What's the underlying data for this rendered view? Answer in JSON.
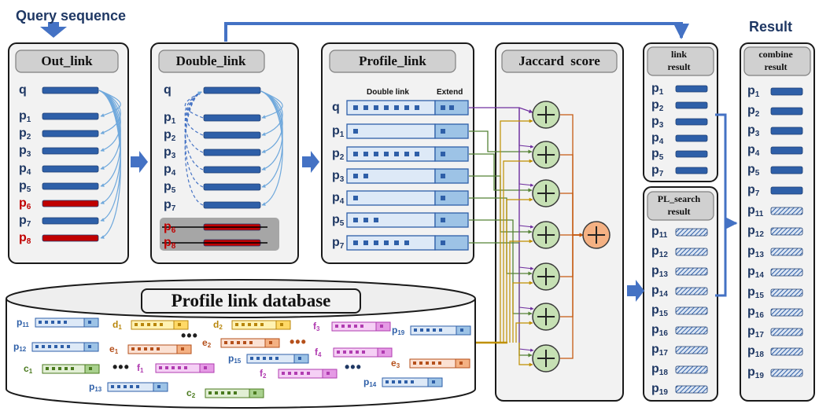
{
  "title_query": "Query sequence",
  "title_result": "Result",
  "panels": {
    "out_link": "Out_link",
    "double_link": "Double_link",
    "profile_link": "Profile_link",
    "jaccard": "Jaccard  score",
    "link_result": [
      "link",
      "result"
    ],
    "pl_search_result": [
      "PL_search",
      "result"
    ],
    "combine_result": [
      "combine",
      "result"
    ],
    "database": "Profile link database"
  },
  "profile_headers": {
    "double_link": "Double link",
    "extend": "Extend"
  },
  "out_link_labels": [
    {
      "b": "q",
      "s": "",
      "red": false
    },
    {
      "b": "p",
      "s": "1",
      "red": false
    },
    {
      "b": "p",
      "s": "2",
      "red": false
    },
    {
      "b": "p",
      "s": "3",
      "red": false
    },
    {
      "b": "p",
      "s": "4",
      "red": false
    },
    {
      "b": "p",
      "s": "5",
      "red": false
    },
    {
      "b": "p",
      "s": "6",
      "red": true
    },
    {
      "b": "p",
      "s": "7",
      "red": false
    },
    {
      "b": "p",
      "s": "8",
      "red": true
    }
  ],
  "double_link_labels": [
    {
      "b": "q",
      "s": "",
      "red": false
    },
    {
      "b": "p",
      "s": "1",
      "red": false
    },
    {
      "b": "p",
      "s": "2",
      "red": false
    },
    {
      "b": "p",
      "s": "3",
      "red": false
    },
    {
      "b": "p",
      "s": "4",
      "red": false
    },
    {
      "b": "p",
      "s": "5",
      "red": false
    },
    {
      "b": "p",
      "s": "7",
      "red": false
    },
    {
      "b": "p",
      "s": "6",
      "red": true
    },
    {
      "b": "p",
      "s": "8",
      "red": true
    }
  ],
  "profile_link_labels": [
    {
      "b": "q",
      "s": ""
    },
    {
      "b": "p",
      "s": "1"
    },
    {
      "b": "p",
      "s": "2"
    },
    {
      "b": "p",
      "s": "3"
    },
    {
      "b": "p",
      "s": "4"
    },
    {
      "b": "p",
      "s": "5"
    },
    {
      "b": "p",
      "s": "7"
    }
  ],
  "link_result_labels": [
    {
      "b": "p",
      "s": "1"
    },
    {
      "b": "p",
      "s": "2"
    },
    {
      "b": "p",
      "s": "3"
    },
    {
      "b": "p",
      "s": "4"
    },
    {
      "b": "p",
      "s": "5"
    },
    {
      "b": "p",
      "s": "7"
    }
  ],
  "pl_search_labels": [
    {
      "b": "p",
      "s": "11"
    },
    {
      "b": "p",
      "s": "12"
    },
    {
      "b": "p",
      "s": "13"
    },
    {
      "b": "p",
      "s": "14"
    },
    {
      "b": "p",
      "s": "15"
    },
    {
      "b": "p",
      "s": "16"
    },
    {
      "b": "p",
      "s": "17"
    },
    {
      "b": "p",
      "s": "18"
    },
    {
      "b": "p",
      "s": "19"
    }
  ],
  "combine_labels": [
    {
      "b": "p",
      "s": "1"
    },
    {
      "b": "p",
      "s": "2"
    },
    {
      "b": "p",
      "s": "3"
    },
    {
      "b": "p",
      "s": "4"
    },
    {
      "b": "p",
      "s": "5"
    },
    {
      "b": "p",
      "s": "7"
    },
    {
      "b": "p",
      "s": "11"
    },
    {
      "b": "p",
      "s": "12"
    },
    {
      "b": "p",
      "s": "13"
    },
    {
      "b": "p",
      "s": "14"
    },
    {
      "b": "p",
      "s": "15"
    },
    {
      "b": "p",
      "s": "16"
    },
    {
      "b": "p",
      "s": "17"
    },
    {
      "b": "p",
      "s": "18"
    },
    {
      "b": "p",
      "s": "19"
    }
  ],
  "database_items": [
    {
      "b": "p",
      "s": "11",
      "color": "#2e5fa8"
    },
    {
      "b": "d",
      "s": "1",
      "color": "#b8860b"
    },
    {
      "b": "d",
      "s": "2",
      "color": "#b8860b"
    },
    {
      "b": "f",
      "s": "3",
      "color": "#b03cb0"
    },
    {
      "b": "p",
      "s": "19",
      "color": "#2e5fa8"
    },
    {
      "b": "p",
      "s": "12",
      "color": "#2e5fa8"
    },
    {
      "b": "e",
      "s": "1",
      "color": "#b5501b"
    },
    {
      "b": "e",
      "s": "2",
      "color": "#b5501b"
    },
    {
      "b": "f",
      "s": "4",
      "color": "#b03cb0"
    },
    {
      "b": "c",
      "s": "1",
      "color": "#4a7a1e"
    },
    {
      "b": "f",
      "s": "1",
      "color": "#b03cb0"
    },
    {
      "b": "p",
      "s": "15",
      "color": "#2e5fa8"
    },
    {
      "b": "e",
      "s": "3",
      "color": "#b5501b"
    },
    {
      "b": "f",
      "s": "2",
      "color": "#b03cb0"
    },
    {
      "b": "p",
      "s": "13",
      "color": "#2e5fa8"
    },
    {
      "b": "c",
      "s": "2",
      "color": "#4a7a1e"
    },
    {
      "b": "p",
      "s": "14",
      "color": "#2e5fa8"
    }
  ],
  "ellipsis": "•••",
  "colors": {
    "bar_blue": "#2e5fa8",
    "bar_red": "#c00000",
    "arrow_blue": "#4472c4",
    "light_arrow": "#6fa8dc",
    "plus_fill": "#c6e0b4",
    "plus_final": "#f4b183",
    "panel_fill": "#f2f2f2",
    "panel_border": "#1a1a1a"
  }
}
